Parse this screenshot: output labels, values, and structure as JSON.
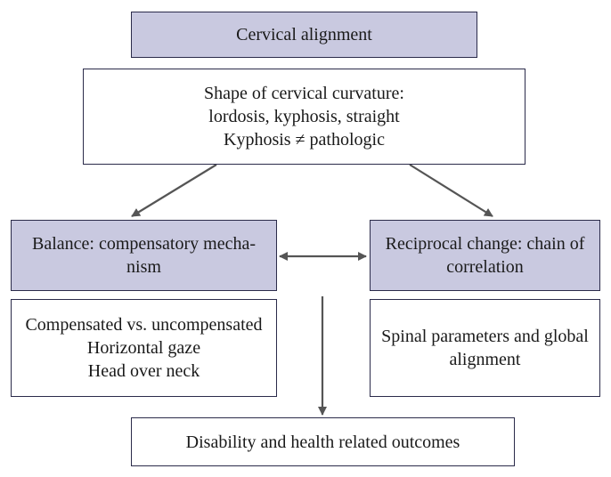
{
  "top": {
    "label": "Cervical alignment"
  },
  "shape": {
    "lines": [
      "Shape of cervical curvature:",
      "lordosis, kyphosis, straight",
      "Kyphosis ≠ pathologic"
    ]
  },
  "balance": {
    "lines": [
      "Balance: compensatory mecha-",
      "nism"
    ]
  },
  "reciprocal": {
    "lines": [
      "Reciprocal change: chain of",
      "correlation"
    ]
  },
  "balance_details": {
    "lines": [
      "Compensated vs. uncompensated",
      "Horizontal gaze",
      "Head over neck"
    ]
  },
  "reciprocal_details": {
    "lines": [
      "Spinal parameters and global",
      "alignment"
    ]
  },
  "outcome": {
    "label": "Disability and health related outcomes"
  },
  "colors": {
    "shaded_fill": "#c9c9e0",
    "border": "#2b2b4a",
    "arrow": "#555555"
  }
}
